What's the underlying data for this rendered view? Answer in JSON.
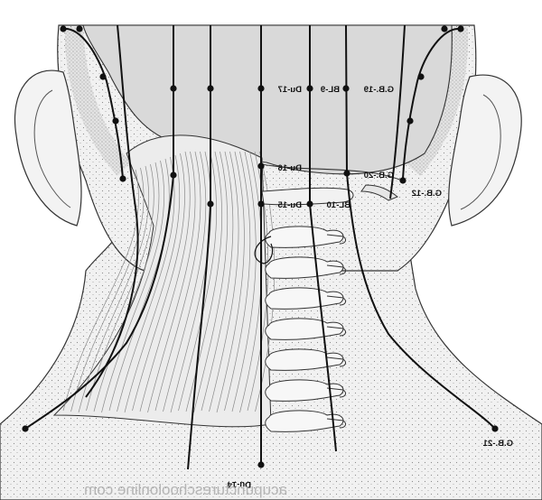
{
  "diagram": {
    "colors": {
      "skull": "#d9d9d9",
      "skin": "#f4f4f4",
      "outline": "#333333",
      "meridian": "#111111",
      "muscle_fiber": "#8a8a8a",
      "bone": "#f7f7f7",
      "watermark": "#b5b5b5"
    },
    "labels": {
      "du17": "Du-17",
      "bl9": "BL-9",
      "gb19": "G.B.-19",
      "du16": "Du-16",
      "gb20": "G.B.-20",
      "gb12": "G.B.-12",
      "du15": "Du-15",
      "bl10": "BL-10",
      "gb21": "G.B.-21",
      "du14": "Du-14"
    },
    "watermark": "acupunctureschoolonline.com"
  }
}
